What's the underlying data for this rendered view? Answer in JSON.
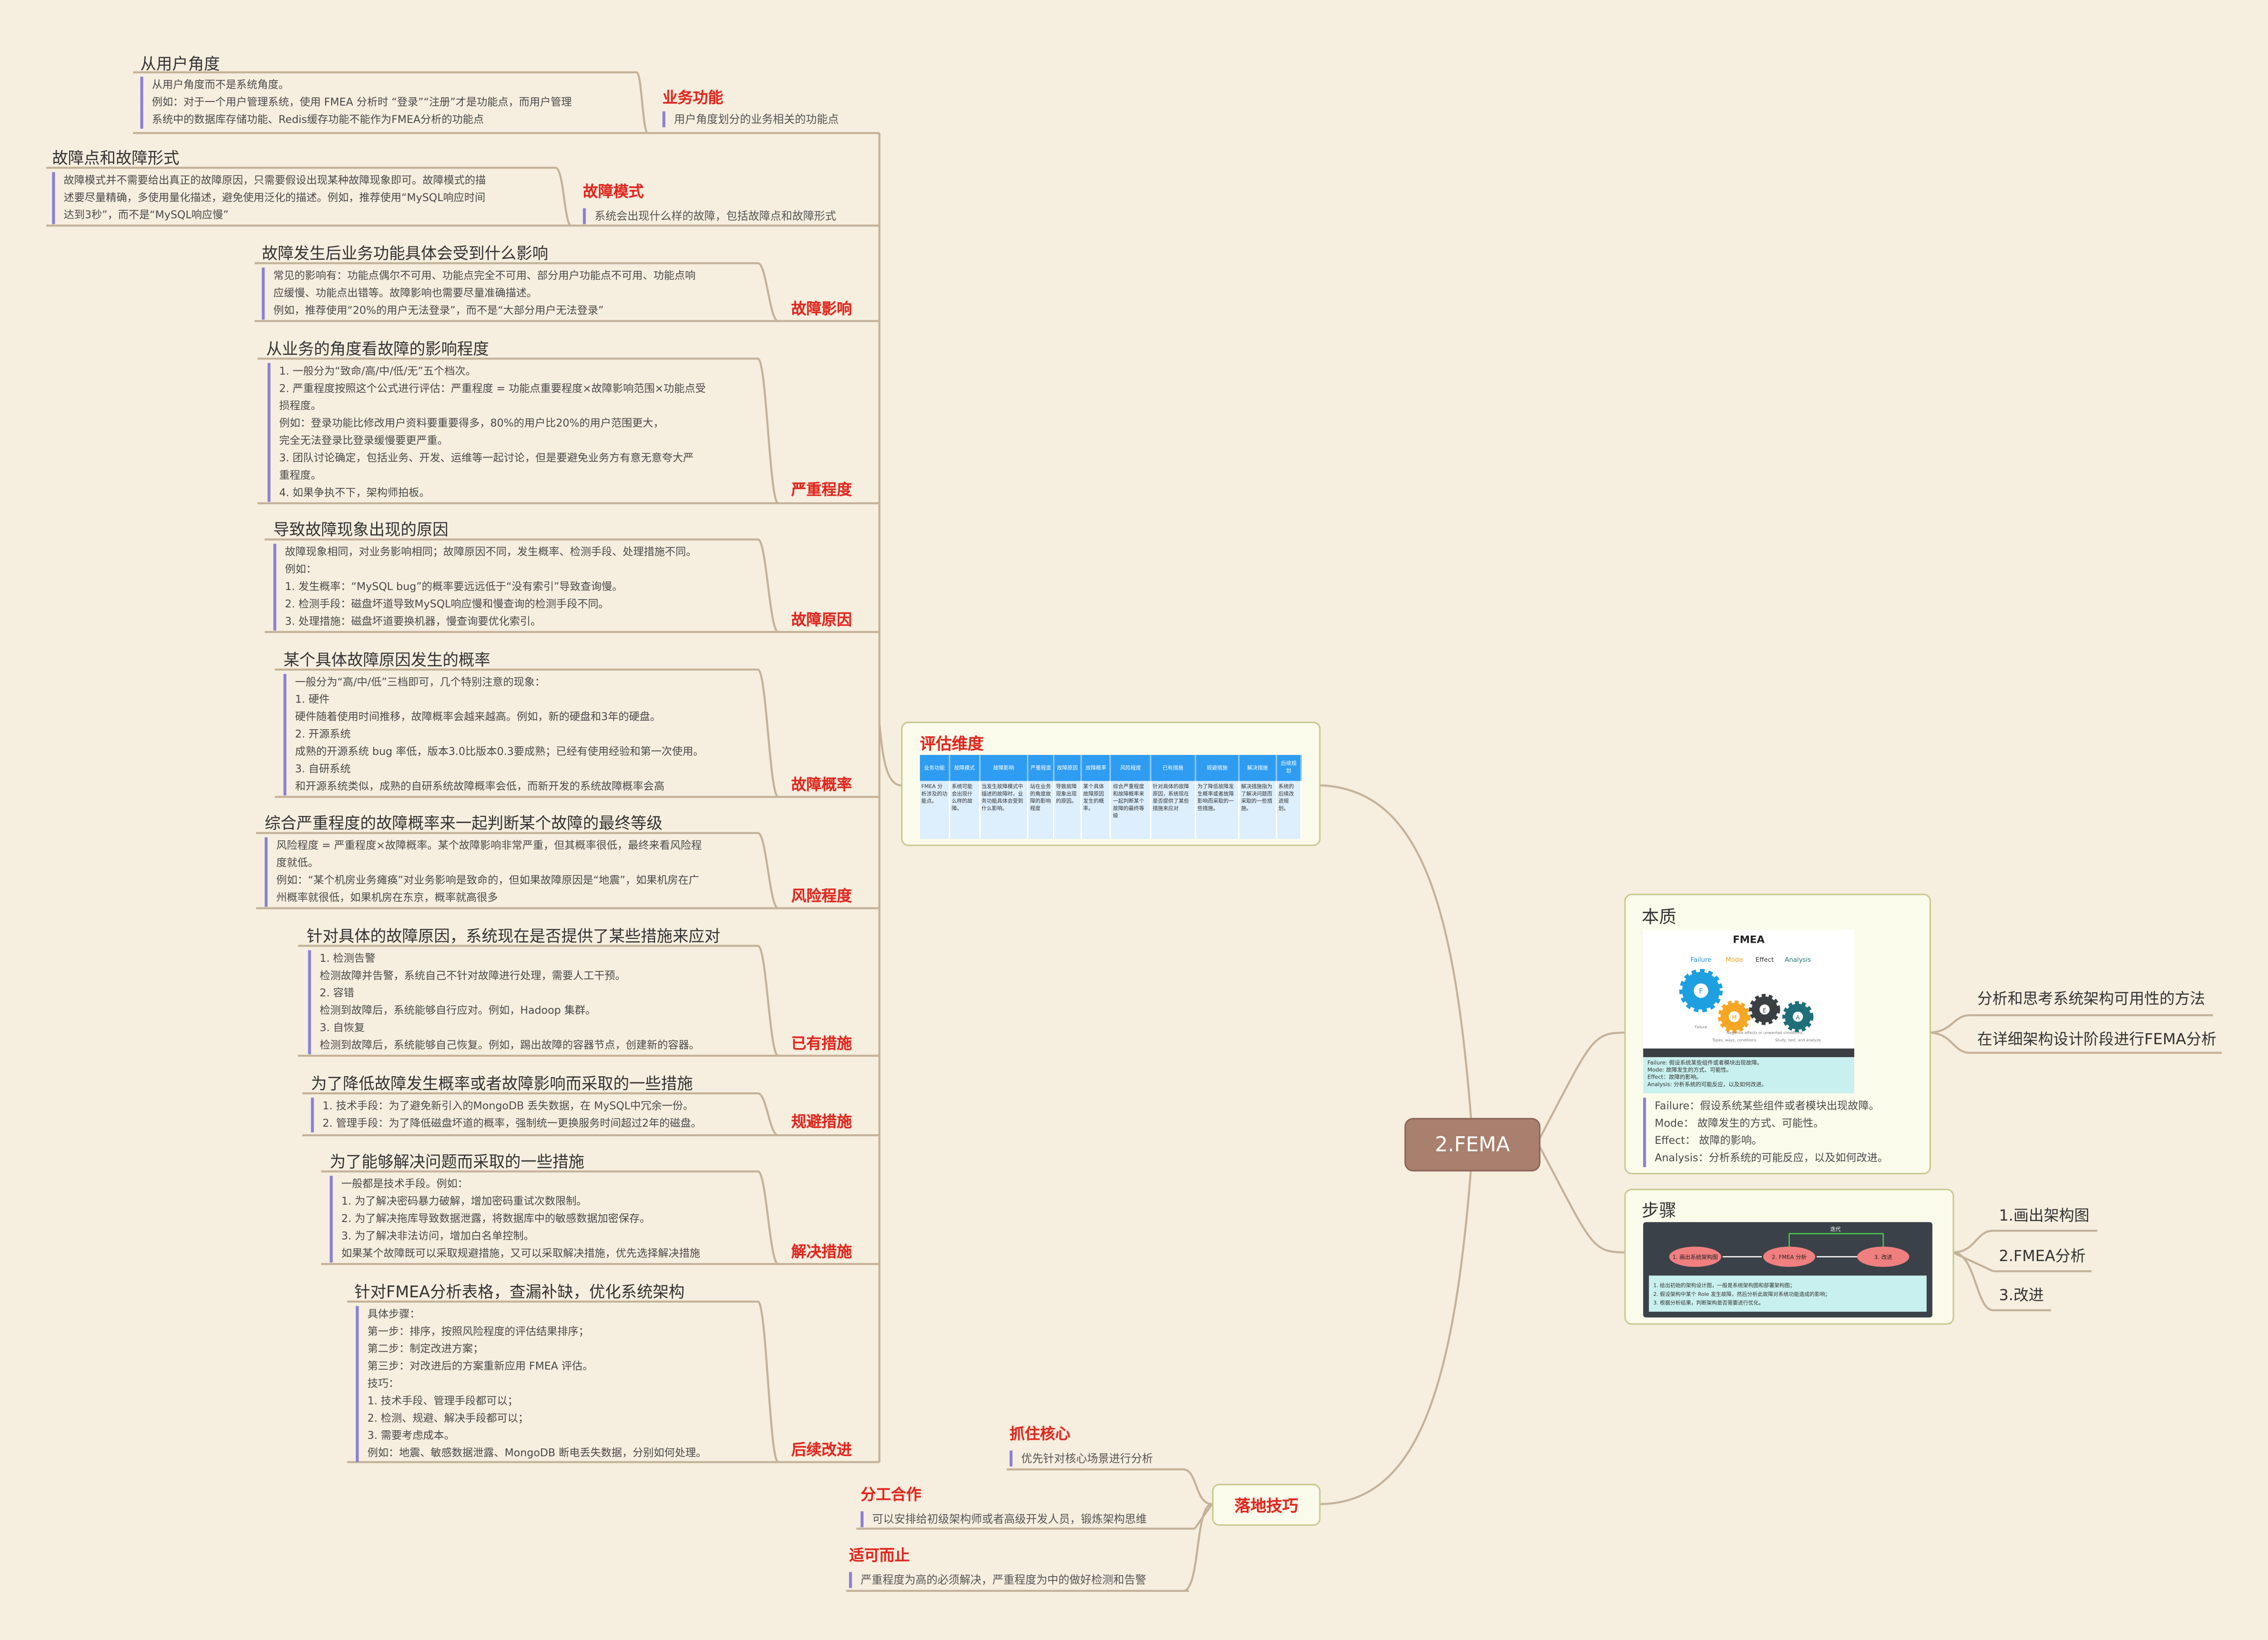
{
  "center": "2.FEMA",
  "left_branches": [
    {
      "label": "业务功能",
      "sub": "用户角度划分的业务相关的功能点",
      "title": "从用户角度",
      "notes": [
        "从用户角度而不是系统角度。",
        "例如：对于一个用户管理系统，使用 FMEA 分析时 “登录”“注册”才是功能点，而用户管理",
        "系统中的数据库存储功能、Redis缓存功能不能作为FMEA分析的功能点"
      ]
    },
    {
      "label": "故障模式",
      "sub": "系统会出现什么样的故障，包括故障点和故障形式",
      "title": "故障点和故障形式",
      "notes": [
        "故障模式并不需要给出真正的故障原因，只需要假设出现某种故障现象即可。故障模式的描",
        "述要尽量精确，多使用量化描述，避免使用泛化的描述。例如，推荐使用“MySQL响应时间",
        "达到3秒”，而不是“MySQL响应慢”"
      ]
    },
    {
      "label": "故障影响",
      "title": "故障发生后业务功能具体会受到什么影响",
      "notes": [
        "常见的影响有：功能点偶尔不可用、功能点完全不可用、部分用户功能点不可用、功能点响",
        "应缓慢、功能点出错等。故障影响也需要尽量准确描述。",
        "例如，推荐使用“20%的用户无法登录”，而不是“大部分用户无法登录”"
      ]
    },
    {
      "label": "严重程度",
      "title": "从业务的角度看故障的影响程度",
      "notes": [
        "1. 一般分为“致命/高/中/低/无”五个档次。",
        "2. 严重程度按照这个公式进行评估：严重程度 = 功能点重要程度×故障影响范围×功能点受",
        "损程度。",
        "例如：登录功能比修改用户资料要重要得多，80%的用户比20%的用户范围更大，",
        "完全无法登录比登录缓慢要更严重。",
        "3. 团队讨论确定，包括业务、开发、运维等一起讨论，但是要避免业务方有意无意夸大严",
        "重程度。",
        "4. 如果争执不下，架构师拍板。"
      ]
    },
    {
      "label": "故障原因",
      "title": "导致故障现象出现的原因",
      "notes": [
        "故障现象相同，对业务影响相同；故障原因不同，发生概率、检测手段、处理措施不同。",
        "例如：",
        "1. 发生概率：“MySQL bug”的概率要远远低于“没有索引”导致查询慢。",
        "2. 检测手段：磁盘坏道导致MySQL响应慢和慢查询的检测手段不同。",
        "3. 处理措施：磁盘坏道要换机器，慢查询要优化索引。"
      ]
    },
    {
      "label": "故障概率",
      "title": "某个具体故障原因发生的概率",
      "notes": [
        "一般分为“高/中/低”三档即可，几个特别注意的现象：",
        "1. 硬件",
        "硬件随着使用时间推移，故障概率会越来越高。例如，新的硬盘和3年的硬盘。",
        "2. 开源系统",
        "成熟的开源系统 bug 率低，版本3.0比版本0.3要成熟；已经有使用经验和第一次使用。",
        "3. 自研系统",
        "和开源系统类似，成熟的自研系统故障概率会低，而新开发的系统故障概率会高"
      ]
    },
    {
      "label": "风险程度",
      "title": "综合严重程度的故障概率来一起判断某个故障的最终等级",
      "notes": [
        "风险程度 = 严重程度×故障概率。某个故障影响非常严重，但其概率很低，最终来看风险程",
        "度就低。",
        "例如：“某个机房业务瘫痪”对业务影响是致命的，但如果故障原因是“地震”，如果机房在广",
        "州概率就很低，如果机房在东京，概率就高很多"
      ]
    },
    {
      "label": "已有措施",
      "title": "针对具体的故障原因，系统现在是否提供了某些措施来应对",
      "notes": [
        "1. 检测告警",
        "检测故障并告警，系统自己不针对故障进行处理，需要人工干预。",
        "2. 容错",
        "检测到故障后，系统能够自行应对。例如，Hadoop 集群。",
        "3. 自恢复",
        "检测到故障后，系统能够自己恢复。例如，踢出故障的容器节点，创建新的容器。"
      ]
    },
    {
      "label": "规避措施",
      "title": "为了降低故障发生概率或者故障影响而采取的一些措施",
      "notes": [
        "1. 技术手段：为了避免新引入的MongoDB 丢失数据，在 MySQL中冗余一份。",
        "2. 管理手段：为了降低磁盘坏道的概率，强制统一更换服务时间超过2年的磁盘。"
      ]
    },
    {
      "label": "解决措施",
      "title": "为了能够解决问题而采取的一些措施",
      "notes": [
        "一般都是技术手段。例如：",
        "1. 为了解决密码暴力破解，增加密码重试次数限制。",
        "2. 为了解决拖库导致数据泄露，将数据库中的敏感数据加密保存。",
        "3. 为了解决非法访问，增加白名单控制。",
        "如果某个故障既可以采取规避措施，又可以采取解决措施，优先选择解决措施"
      ]
    },
    {
      "label": "后续改进",
      "title": "针对FMEA分析表格，查漏补缺，优化系统架构",
      "notes": [
        "具体步骤：",
        "第一步：排序，按照风险程度的评估结果排序；",
        "第二步：制定改进方案；",
        "第三步：对改进后的方案重新应用 FMEA 评估。",
        "技巧：",
        "1. 技术手段、管理手段都可以；",
        "2. 检测、规避、解决手段都可以；",
        "3. 需要考虑成本。",
        "例如：地震、敏感数据泄露、MongoDB 断电丢失数据，分别如何处理。"
      ]
    }
  ],
  "eval": {
    "title": "评估维度",
    "headers": [
      "业务功能",
      "故障模式",
      "故障影响",
      "严重程度",
      "故障原因",
      "故障概率",
      "风险程度",
      "已有措施",
      "规避措施",
      "解决措施",
      "后续规划"
    ],
    "cells": [
      "FMEA 分析涉及的功能点。",
      "系统可能会出现什么样的故障。",
      "当发生故障模式中描述的故障时，业务功能具体会受到什么影响。",
      "站在业务的角度故障的影响程度",
      "导致故障现象出现的原因。",
      "某个具体故障原因发生的概率。",
      "综合严重程度和故障概率来一起判断某个故障的最终等级",
      "针对具体的故障原因，系统现在是否提供了某些措施来应对",
      "为了降低故障发生概率或者故障影响而采取的一些措施。",
      "解决措施指为了解决问题而采取的一些措施。",
      "系统的后续改进规划。"
    ]
  },
  "essence": {
    "title": "本质",
    "fig_title": "FMEA",
    "fig_words": [
      "Failure",
      "Mode",
      "Effect",
      "Analysis"
    ],
    "fig_letters": [
      "F",
      "M",
      "E",
      "A"
    ],
    "fig_captions": [
      "Failure",
      "Types, ways, conditions",
      "Negative effects or unwanted conditions",
      "Study, test, and analyze"
    ],
    "fig_band": [
      "Failure:  假设系统某些组件或者模块出现故障。",
      "Mode:  故障发生的方式、可能性。",
      "Effect：故障的影响。",
      "Analysis:  分析系统的可能反应，以及如何改进。"
    ],
    "notes": [
      "Failure：假设系统某些组件或者模块出现故障。",
      "Mode： 故障发生的方式、可能性。",
      "Effect： 故障的影响。",
      "Analysis：分析系统的可能反应，以及如何改进。"
    ],
    "items": [
      "分析和思考系统架构可用性的方法",
      "在详细架构设计阶段进行FEMA分析"
    ]
  },
  "steps": {
    "title": "步骤",
    "flow": [
      "1. 画出系统架构图",
      "2. FMEA 分析",
      "3. 改进"
    ],
    "loop_label": "迭代",
    "fig_notes": [
      "1. 给出初始的架构设计图，一般是系统架构图和部署架构图；",
      "2. 假设架构中某个 Role 发生故障，然后分析此故障对系统功能造成的影响；",
      "3. 根据分析结果，判断架构是否需要进行优化。"
    ],
    "items": [
      "1.画出架构图",
      "2.FMEA分析",
      "3.改进"
    ]
  },
  "landing": {
    "title": "落地技巧",
    "items": [
      {
        "label": "抓住核心",
        "sub": "优先针对核心场景进行分析"
      },
      {
        "label": "分工合作",
        "sub": "可以安排给初级架构师或者高级开发人员，锻炼架构思维"
      },
      {
        "label": "适可而止",
        "sub": "严重程度为高的必须解决，严重程度为中的做好检测和告警"
      }
    ]
  },
  "colors": {
    "background": "#f6eedf",
    "center_fill": "#a97f6d",
    "link": "#c4b299",
    "accent_red": "#e0281f",
    "accent_purple": "#8a7fd6"
  }
}
